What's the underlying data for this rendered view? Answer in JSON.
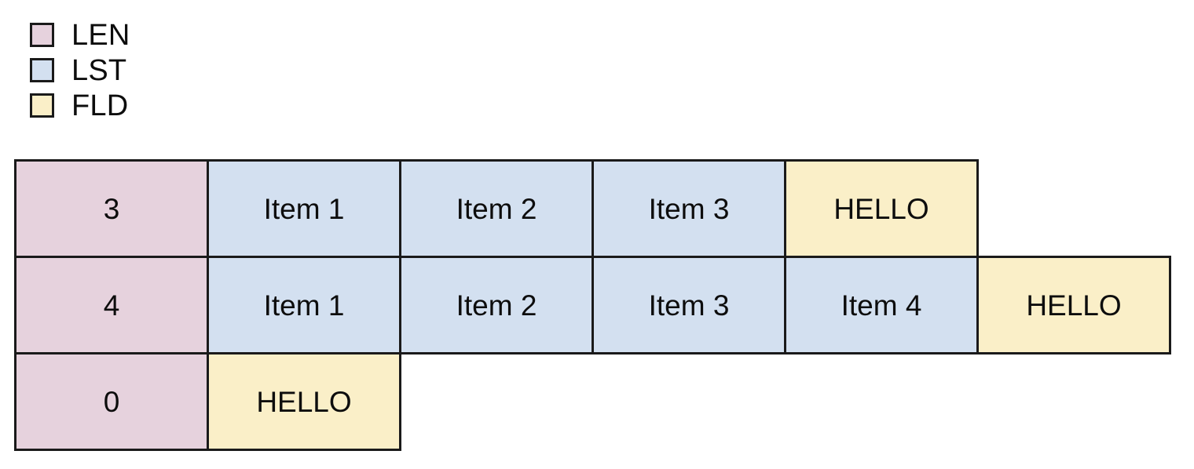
{
  "legend": {
    "items": [
      {
        "label": "LEN",
        "color": "#e6d2dd",
        "kind": "len"
      },
      {
        "label": "LST",
        "color": "#d3e0f0",
        "kind": "lst"
      },
      {
        "label": "FLD",
        "color": "#faefc8",
        "kind": "fld"
      }
    ]
  },
  "colors": {
    "len": "#e6d2dd",
    "lst": "#d3e0f0",
    "fld": "#faefc8",
    "border": "#1a1a1a",
    "text": "#0d0d0d",
    "background": "#ffffff"
  },
  "table": {
    "rows": [
      {
        "cells": [
          {
            "text": "3",
            "kind": "len"
          },
          {
            "text": "Item 1",
            "kind": "lst"
          },
          {
            "text": "Item 2",
            "kind": "lst"
          },
          {
            "text": "Item 3",
            "kind": "lst"
          },
          {
            "text": "HELLO",
            "kind": "fld"
          }
        ]
      },
      {
        "cells": [
          {
            "text": "4",
            "kind": "len"
          },
          {
            "text": "Item 1",
            "kind": "lst"
          },
          {
            "text": "Item 2",
            "kind": "lst"
          },
          {
            "text": "Item 3",
            "kind": "lst"
          },
          {
            "text": "Item 4",
            "kind": "lst"
          },
          {
            "text": "HELLO",
            "kind": "fld"
          }
        ]
      },
      {
        "cells": [
          {
            "text": "0",
            "kind": "len"
          },
          {
            "text": "HELLO",
            "kind": "fld"
          }
        ]
      }
    ]
  }
}
